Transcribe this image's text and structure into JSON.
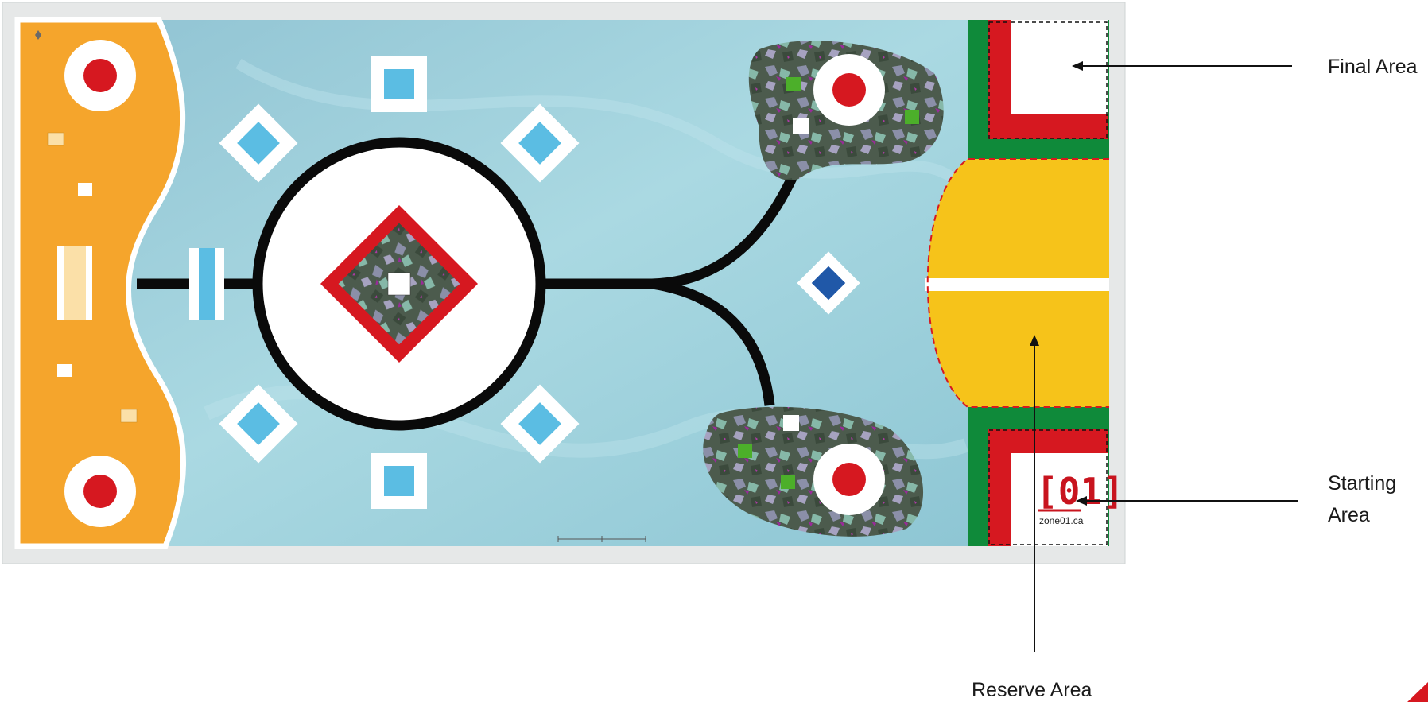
{
  "callouts": {
    "final_area": "Final Area",
    "starting_area": "Starting Area",
    "reserve_area": "Reserve Area"
  },
  "brand": {
    "logo_number": "[01]",
    "logo_site": "zone01.ca"
  },
  "colors": {
    "orange_zone": "#f5a52c",
    "water": "#9fd0dc",
    "track": "#0a0a0a",
    "target_red": "#d61820",
    "mission_blue": "#5bbde3",
    "mission_dark_blue": "#2058a8",
    "green_band": "#0f8a3a",
    "yellow_reserve": "#f6c31a",
    "island": "#4b5a4c"
  }
}
